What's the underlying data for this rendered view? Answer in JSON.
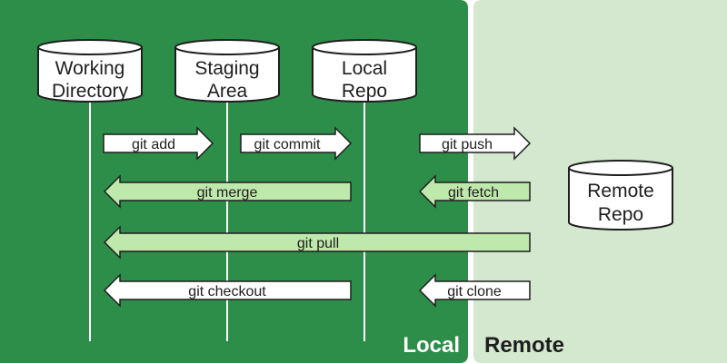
{
  "colors": {
    "local_bg": "#2d8e4a",
    "remote_bg": "#d3e8cf",
    "arrow_white": "#ffffff",
    "arrow_green": "#bfe8ac",
    "stroke": "#1e1e1e",
    "lifeline": "#ffffff"
  },
  "zones": {
    "local_label": "Local",
    "remote_label": "Remote"
  },
  "repos": [
    {
      "key": "working",
      "lines": [
        "Working",
        "Directory"
      ]
    },
    {
      "key": "staging",
      "lines": [
        "Staging",
        "Area"
      ]
    },
    {
      "key": "local",
      "lines": [
        "Local",
        "Repo"
      ]
    },
    {
      "key": "remote",
      "lines": [
        "Remote",
        "Repo"
      ]
    }
  ],
  "commands": [
    {
      "key": "add",
      "label": "git add",
      "from": "working",
      "to": "staging",
      "style": "white"
    },
    {
      "key": "commit",
      "label": "git commit",
      "from": "staging",
      "to": "local",
      "style": "white"
    },
    {
      "key": "push",
      "label": "git push",
      "from": "local",
      "to": "remote",
      "style": "white"
    },
    {
      "key": "merge",
      "label": "git merge",
      "from": "local",
      "to": "working",
      "style": "green"
    },
    {
      "key": "fetch",
      "label": "git fetch",
      "from": "remote",
      "to": "local",
      "style": "green"
    },
    {
      "key": "pull",
      "label": "git pull",
      "from": "remote",
      "to": "working",
      "style": "green"
    },
    {
      "key": "checkout",
      "label": "git checkout",
      "from": "local",
      "to": "working",
      "style": "white"
    },
    {
      "key": "clone",
      "label": "git clone",
      "from": "remote",
      "to": "local",
      "style": "white"
    }
  ]
}
